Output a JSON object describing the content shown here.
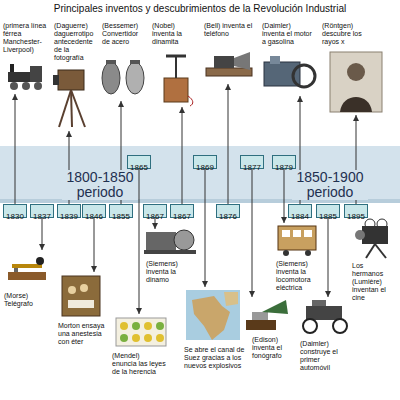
{
  "diagram": {
    "title": "Principales inventos y descubrimientos de la Revolución Industrial",
    "nodes": [
      {
        "text": [
          "1800-1850 periodo"
        ]
      },
      {
        "text": [
          "1850-1900 periodo"
        ]
      },
      {
        "text": [
          "1865"
        ],
        "in": 0
      },
      {
        "text": [
          "1869"
        ],
        "in": 1
      },
      {
        "text": [
          "1877"
        ],
        "in": 1
      },
      {
        "text": [
          "1879"
        ],
        "in": 1
      },
      {
        "text": [
          "1830"
        ]
      },
      {
        "text": [
          "1837"
        ]
      },
      {
        "text": [
          "1839"
        ]
      },
      {
        "text": [
          "1846"
        ]
      },
      {
        "text": [
          "1855"
        ]
      },
      {
        "text": [
          "1867"
        ]
      },
      {
        "text": [
          "1867"
        ]
      },
      {
        "text": [
          "1876"
        ]
      },
      {
        "text": [
          "1884"
        ]
      },
      {
        "text": [
          "1885"
        ]
      },
      {
        "text": [
          "1895"
        ]
      }
    ],
    "labels": [
      "(primera línea férrea Manchester-Liverpool)",
      "(Daguerre) daguerrotipo antecedente de la fotografía",
      "(Bessemer) Convertidor de acero",
      "(Nobel) inventa la dinamita",
      "(Bell) inventa el teléfono",
      "(Daimler) inventa el motor a gasolina",
      "(Röntgen) descubre los rayos x",
      "(Morse) Telégrafo",
      "Morton ensaya una anestesia con éter",
      "(Siemens) inventa la dinamo",
      "(Mendel) enuncia las leyes de la herencia",
      "Se abre el canal de Suez gracias a los nuevos explosivos",
      "(Edison) inventa el fonógrafo",
      "(Siemens) inventa la locomotora eléctrica",
      "(Daimler) construye el primer automóvil",
      "Los hermanos (Lumière) inventan el cine"
    ]
  }
}
